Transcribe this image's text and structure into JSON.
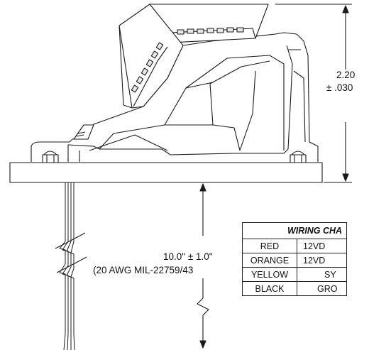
{
  "dimensions": {
    "height_value": "2.20",
    "height_tolerance": "± .030",
    "wire_length": "10.0\" ± 1.0\"",
    "wire_spec": "(20 AWG MIL-22759/43"
  },
  "wiring_chart": {
    "title": "WIRING CHA",
    "rows": [
      {
        "color": "RED",
        "function": "12VD"
      },
      {
        "color": "ORANGE",
        "function": "12VD"
      },
      {
        "color": "YELLOW",
        "function": "SY"
      },
      {
        "color": "BLACK",
        "function": "GRO"
      }
    ]
  }
}
